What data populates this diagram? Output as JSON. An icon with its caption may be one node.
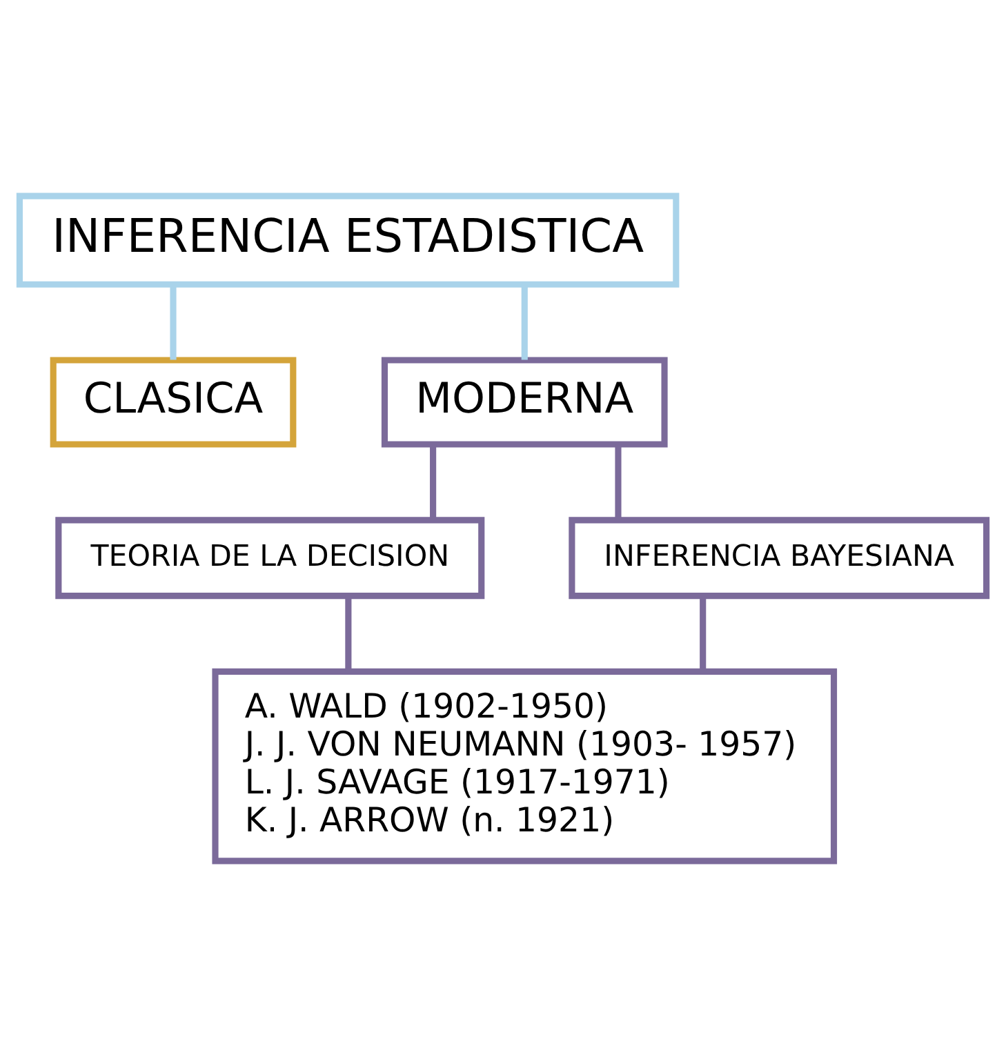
{
  "diagram": {
    "nodes": [
      {
        "text": [
          "INFERENCIA ESTADISTICA"
        ]
      },
      {
        "text": [
          "CLASICA"
        ]
      },
      {
        "text": [
          "MODERNA"
        ]
      },
      {
        "text": [
          "TEORIA DE LA DECISION"
        ]
      },
      {
        "text": [
          "INFERENCIA BAYESIANA"
        ]
      },
      {
        "text": [
          "A. WALD (1902-1950)",
          "J. J. VON NEUMANN (1903- 1957)",
          "L. J. SAVAGE (1917-1971)",
          "K. J. ARROW (n. 1921)"
        ]
      }
    ],
    "edges": [
      {
        "from": 0,
        "to": 1,
        "arrow": "none",
        "color": "#a9d3ea"
      },
      {
        "from": 0,
        "to": 2,
        "arrow": "none",
        "color": "#a9d3ea"
      },
      {
        "from": 2,
        "to": 3,
        "arrow": "none"
      },
      {
        "from": 2,
        "to": 4,
        "arrow": "none"
      },
      {
        "from": 3,
        "to": 5,
        "arrow": "none"
      },
      {
        "from": 4,
        "to": 5,
        "arrow": "none"
      }
    ]
  }
}
